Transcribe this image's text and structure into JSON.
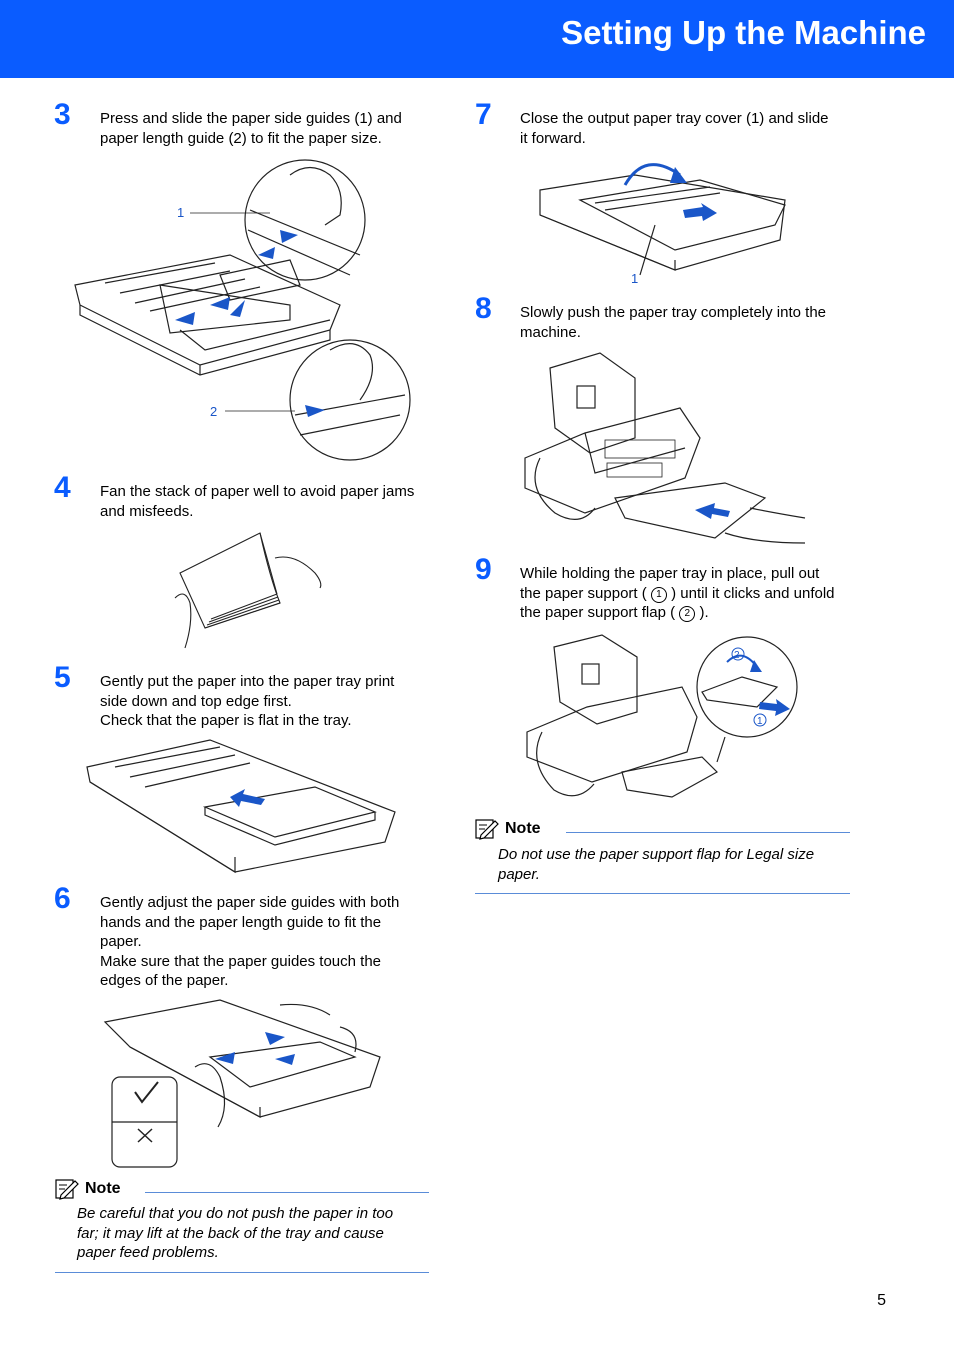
{
  "header": {
    "title": "Setting Up the Machine"
  },
  "steps": [
    {
      "number": "3",
      "lines": [
        "Press and slide the paper side guides (1) and",
        "paper length guide (2) to fit the paper size."
      ],
      "callouts": [
        "1",
        "2"
      ]
    },
    {
      "number": "4",
      "lines": [
        "Fan the stack of paper well to avoid paper jams",
        "and misfeeds."
      ]
    },
    {
      "number": "5",
      "lines": [
        "Gently put the paper into the paper tray print",
        "side down and top edge first.",
        "Check that the paper is flat in the tray."
      ]
    },
    {
      "number": "6",
      "lines": [
        "Gently adjust the paper side guides with both",
        "hands and the paper length guide to fit the",
        "paper.",
        "Make sure that the paper guides touch the",
        "edges of the paper."
      ]
    },
    {
      "number": "7",
      "lines": [
        "Close the output paper tray cover (1) and slide",
        "it forward."
      ],
      "callouts": [
        "1"
      ]
    },
    {
      "number": "8",
      "lines": [
        "Slowly push the paper tray completely into the",
        "machine."
      ]
    },
    {
      "number": "9",
      "line1": "While holding the paper tray in place, pull out",
      "line2_a": "the paper support (",
      "circle1": "1",
      "line2_b": ") until it clicks and unfold",
      "line3_a": "the paper support flap (",
      "circle2": "2",
      "line3_b": ").",
      "callouts": [
        "2",
        "1"
      ]
    }
  ],
  "notes": [
    {
      "label": "Note",
      "lines": [
        "Be careful that you do not push the paper in too",
        "far; it may lift at the back of the tray and cause",
        "paper feed problems."
      ]
    },
    {
      "label": "Note",
      "lines": [
        "Do not use the paper support flap for Legal size",
        "paper."
      ]
    }
  ],
  "page_number": "5",
  "colors": {
    "accent": "#0a5cff",
    "arrow": "#1a56c8",
    "rule": "#5a8cd8"
  }
}
